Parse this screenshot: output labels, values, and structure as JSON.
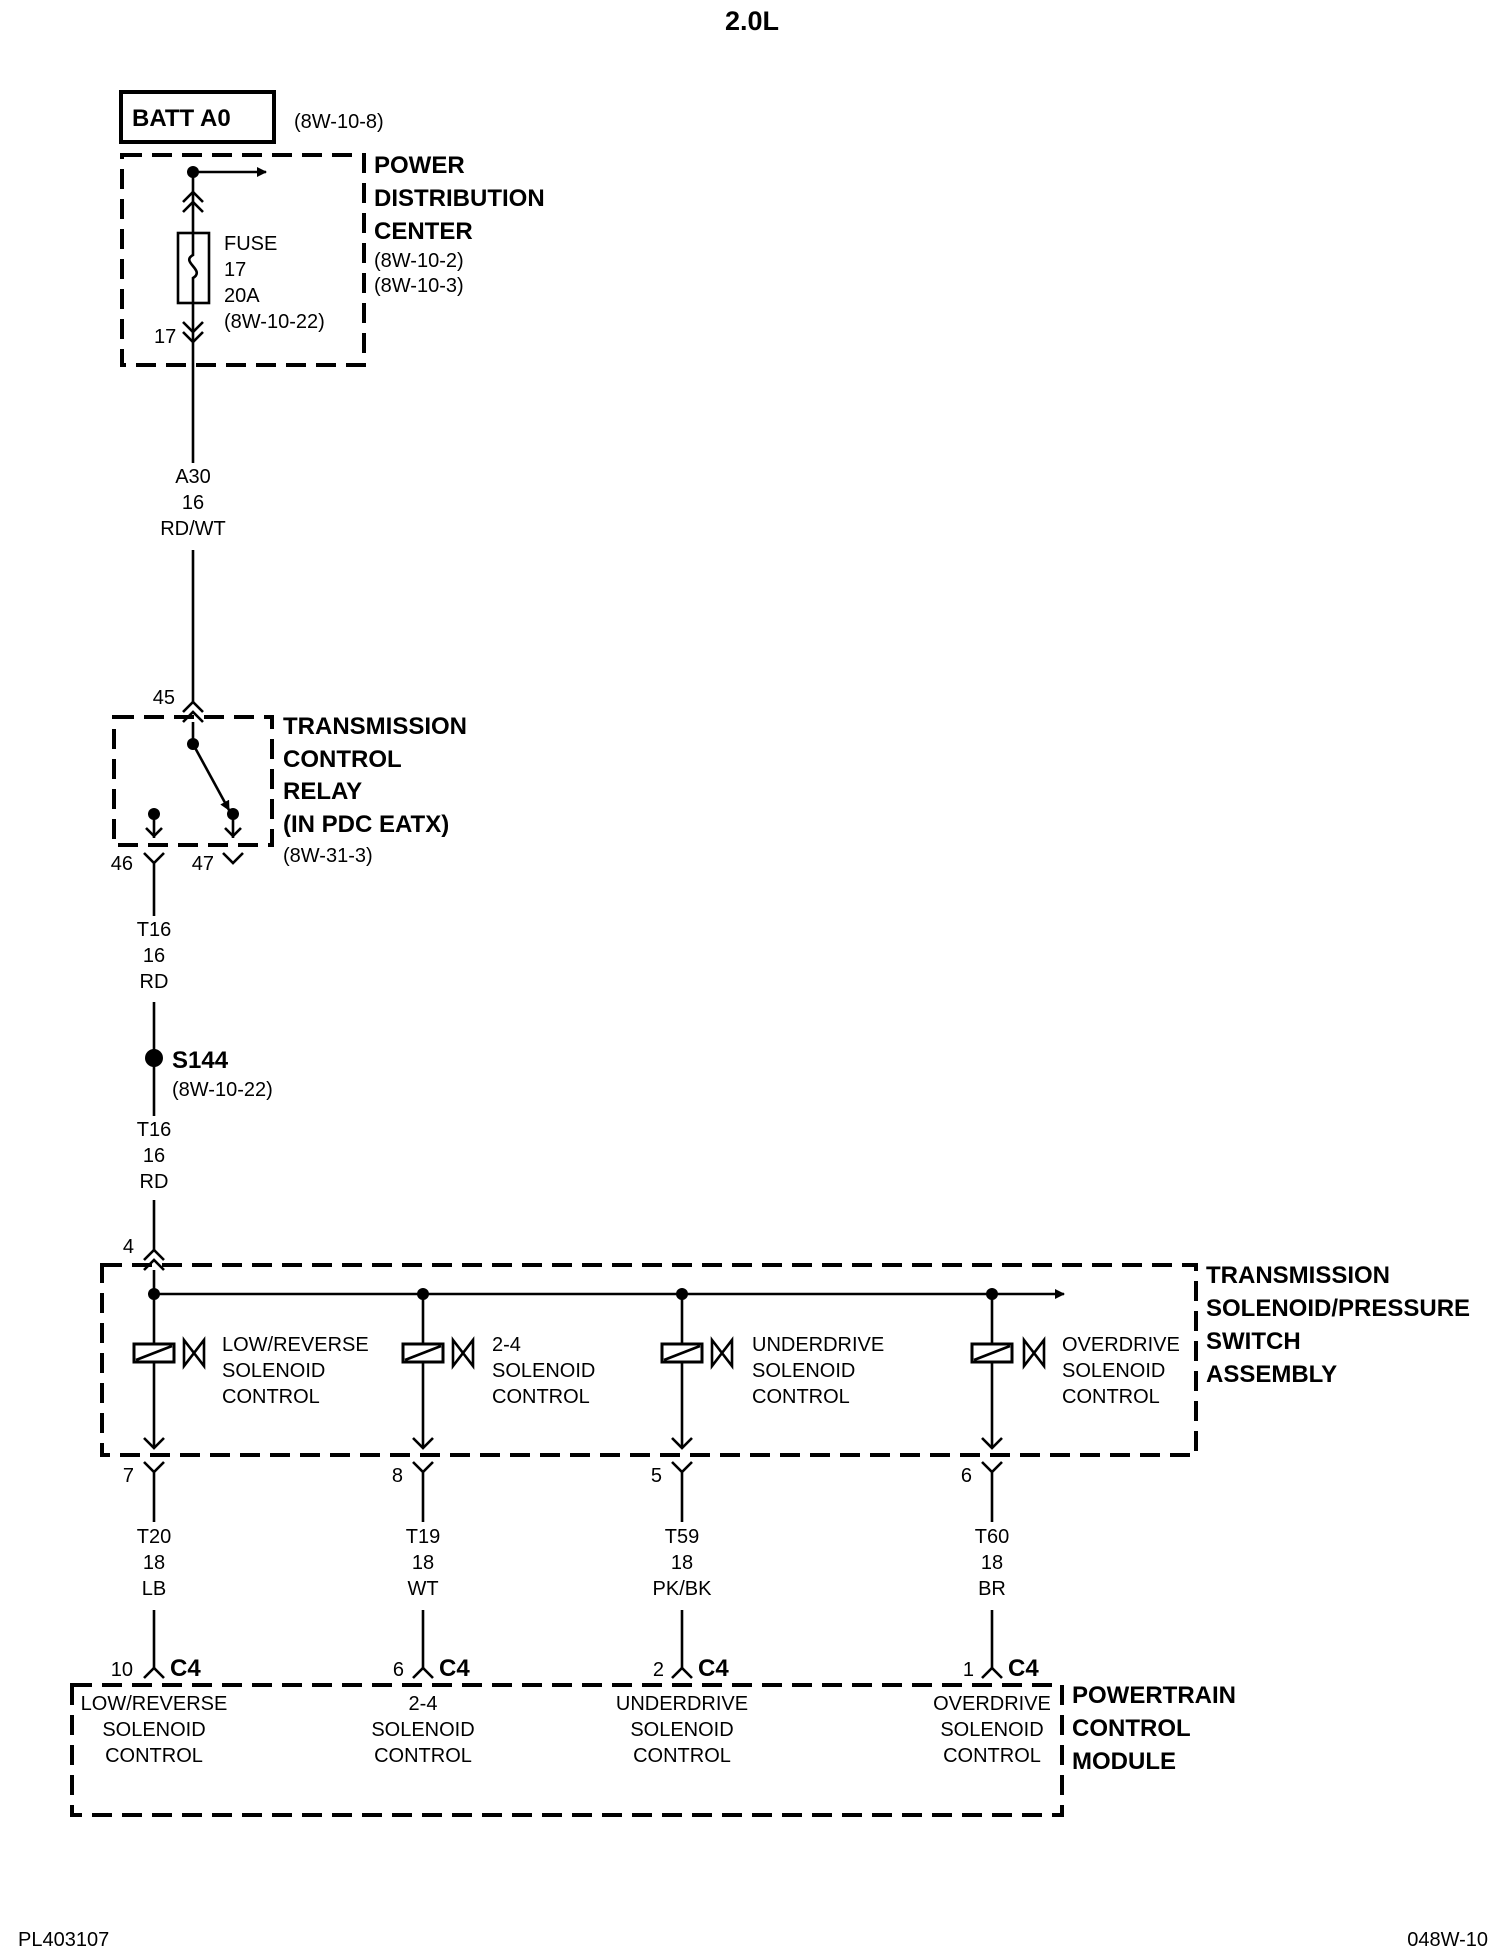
{
  "title": "2.0L",
  "batt": {
    "label": "BATT A0",
    "ref": "(8W-10-8)"
  },
  "pdc": {
    "name": [
      "POWER",
      "DISTRIBUTION",
      "CENTER"
    ],
    "refs": [
      "(8W-10-2)",
      "(8W-10-3)"
    ],
    "fuse": [
      "FUSE",
      "17",
      "20A",
      "(8W-10-22)"
    ],
    "fuse_pin": "17"
  },
  "wire_a30": [
    "A30",
    "16",
    "RD/WT"
  ],
  "relay": {
    "name": [
      "TRANSMISSION",
      "CONTROL",
      "RELAY",
      "(IN PDC EATX)"
    ],
    "ref": "(8W-31-3)",
    "pin_in": "45",
    "pin_left": "46",
    "pin_right": "47"
  },
  "wire_t16_upper": [
    "T16",
    "16",
    "RD"
  ],
  "splice": {
    "name": "S144",
    "ref": "(8W-10-22)"
  },
  "wire_t16_lower": [
    "T16",
    "16",
    "RD"
  ],
  "solenoid_assembly": {
    "name": [
      "TRANSMISSION",
      "SOLENOID/PRESSURE",
      "SWITCH",
      "ASSEMBLY"
    ],
    "pin_in": "4",
    "solenoids": [
      {
        "label": [
          "LOW/REVERSE",
          "SOLENOID",
          "CONTROL"
        ],
        "pin": "7"
      },
      {
        "label": [
          "2-4",
          "SOLENOID",
          "CONTROL"
        ],
        "pin": "8"
      },
      {
        "label": [
          "UNDERDRIVE",
          "SOLENOID",
          "CONTROL"
        ],
        "pin": "5"
      },
      {
        "label": [
          "OVERDRIVE",
          "SOLENOID",
          "CONTROL"
        ],
        "pin": "6"
      }
    ]
  },
  "output_wires": [
    [
      "T20",
      "18",
      "LB"
    ],
    [
      "T19",
      "18",
      "WT"
    ],
    [
      "T59",
      "18",
      "PK/BK"
    ],
    [
      "T60",
      "18",
      "BR"
    ]
  ],
  "pcm": {
    "name": [
      "POWERTRAIN",
      "CONTROL",
      "MODULE"
    ],
    "connector": "C4",
    "pins": [
      "10",
      "6",
      "2",
      "1"
    ],
    "labels": [
      [
        "LOW/REVERSE",
        "SOLENOID",
        "CONTROL"
      ],
      [
        "2-4",
        "SOLENOID",
        "CONTROL"
      ],
      [
        "UNDERDRIVE",
        "SOLENOID",
        "CONTROL"
      ],
      [
        "OVERDRIVE",
        "SOLENOID",
        "CONTROL"
      ]
    ]
  },
  "footer": {
    "left": "PL403107",
    "right": "048W-10"
  }
}
